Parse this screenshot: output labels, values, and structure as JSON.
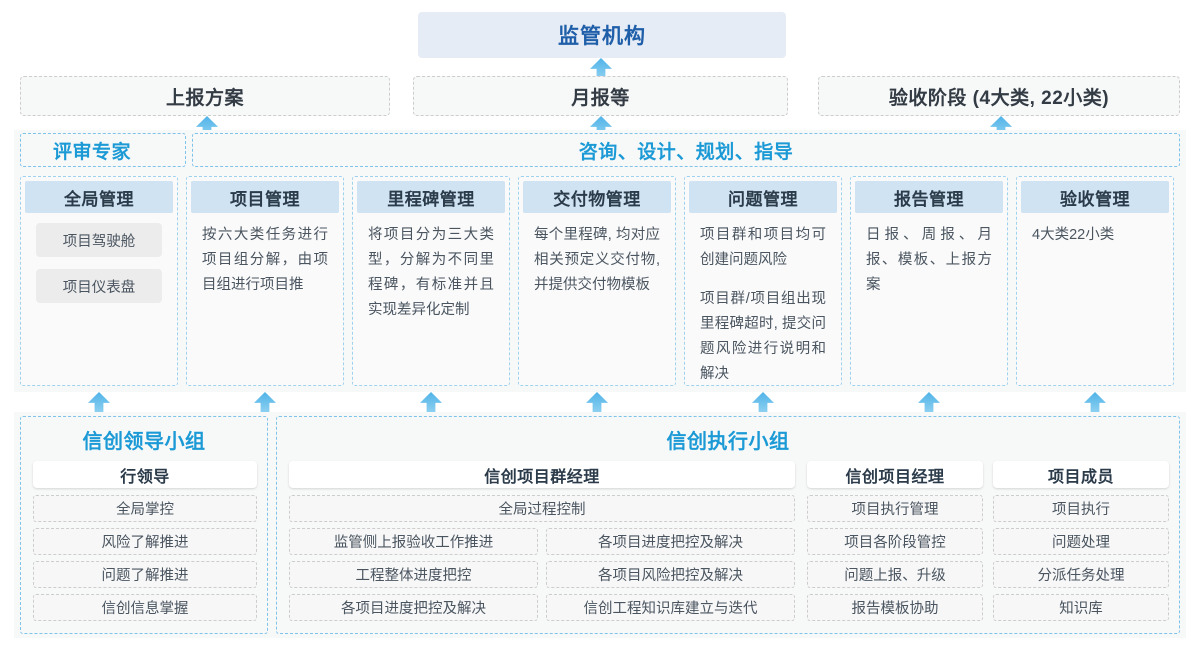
{
  "top": {
    "regulator": "监管机构",
    "reports": [
      {
        "label": "上报方案"
      },
      {
        "label": "月报等"
      },
      {
        "label": "验收阶段 (4大类, 22小类)"
      }
    ]
  },
  "middle": {
    "bands": [
      {
        "label": "评审专家"
      },
      {
        "label": "咨询、设计、规划、指导"
      }
    ],
    "columns": [
      {
        "title": "全局管理",
        "desc": "",
        "pills": [
          "项目驾驶舱",
          "项目仪表盘"
        ]
      },
      {
        "title": "项目管理",
        "desc": "按六大类任务进行项目组分解，由项目组进行项目推",
        "pills": []
      },
      {
        "title": "里程碑管理",
        "desc": "将项目分为三大类型，分解为不同里程碑，有标准并且实现差异化定制",
        "pills": []
      },
      {
        "title": "交付物管理",
        "desc": "每个里程碑, 均对应相关预定义交付物,并提供交付物模板",
        "pills": []
      },
      {
        "title": "问题管理",
        "desc": "项目群和项目均可创建问题风险",
        "desc2": "项目群/项目组出现里程碑超时, 提交问题风险进行说明和解决",
        "pills": []
      },
      {
        "title": "报告管理",
        "desc": "日报、周报、月报、模板、上报方案",
        "pills": []
      },
      {
        "title": "验收管理",
        "desc": "4大类22小类",
        "pills": []
      }
    ]
  },
  "bottom": {
    "groups": [
      {
        "title": "信创领导小组",
        "roles": [
          {
            "name": "行领导",
            "items": [
              "全局掌控",
              "风险了解推进",
              "问题了解推进",
              "信创信息掌握"
            ]
          }
        ]
      },
      {
        "title": "信创执行小组",
        "roles": [
          {
            "name": "信创项目群经理",
            "full_item": "全局过程控制",
            "col_left": [
              "监管侧上报验收工作推进",
              "工程整体进度把控",
              "各项目进度把控及解决"
            ],
            "col_right": [
              "各项目进度把控及解决",
              "各项目风险把控及解决",
              "信创工程知识库建立与迭代"
            ]
          },
          {
            "name": "信创项目经理",
            "items": [
              "项目执行管理",
              "项目各阶段管控",
              "问题上报、升级",
              "报告模板协助"
            ]
          },
          {
            "name": "项目成员",
            "items": [
              "项目执行",
              "问题处理",
              "分派任务处理",
              "知识库"
            ]
          }
        ]
      }
    ]
  },
  "colors": {
    "accent_blue": "#1c9ad6",
    "regulator_text": "#1f5fa9",
    "regulator_bg": "#e6ecf5",
    "col_header_bg": "#cfe3f2",
    "arrow_top": "#4fb3e8",
    "arrow_bottom": "#9fd8f3",
    "panel_bg": "#f7f8f8",
    "chip_bg": "#f7f7f7",
    "pill_bg": "#ececec"
  }
}
